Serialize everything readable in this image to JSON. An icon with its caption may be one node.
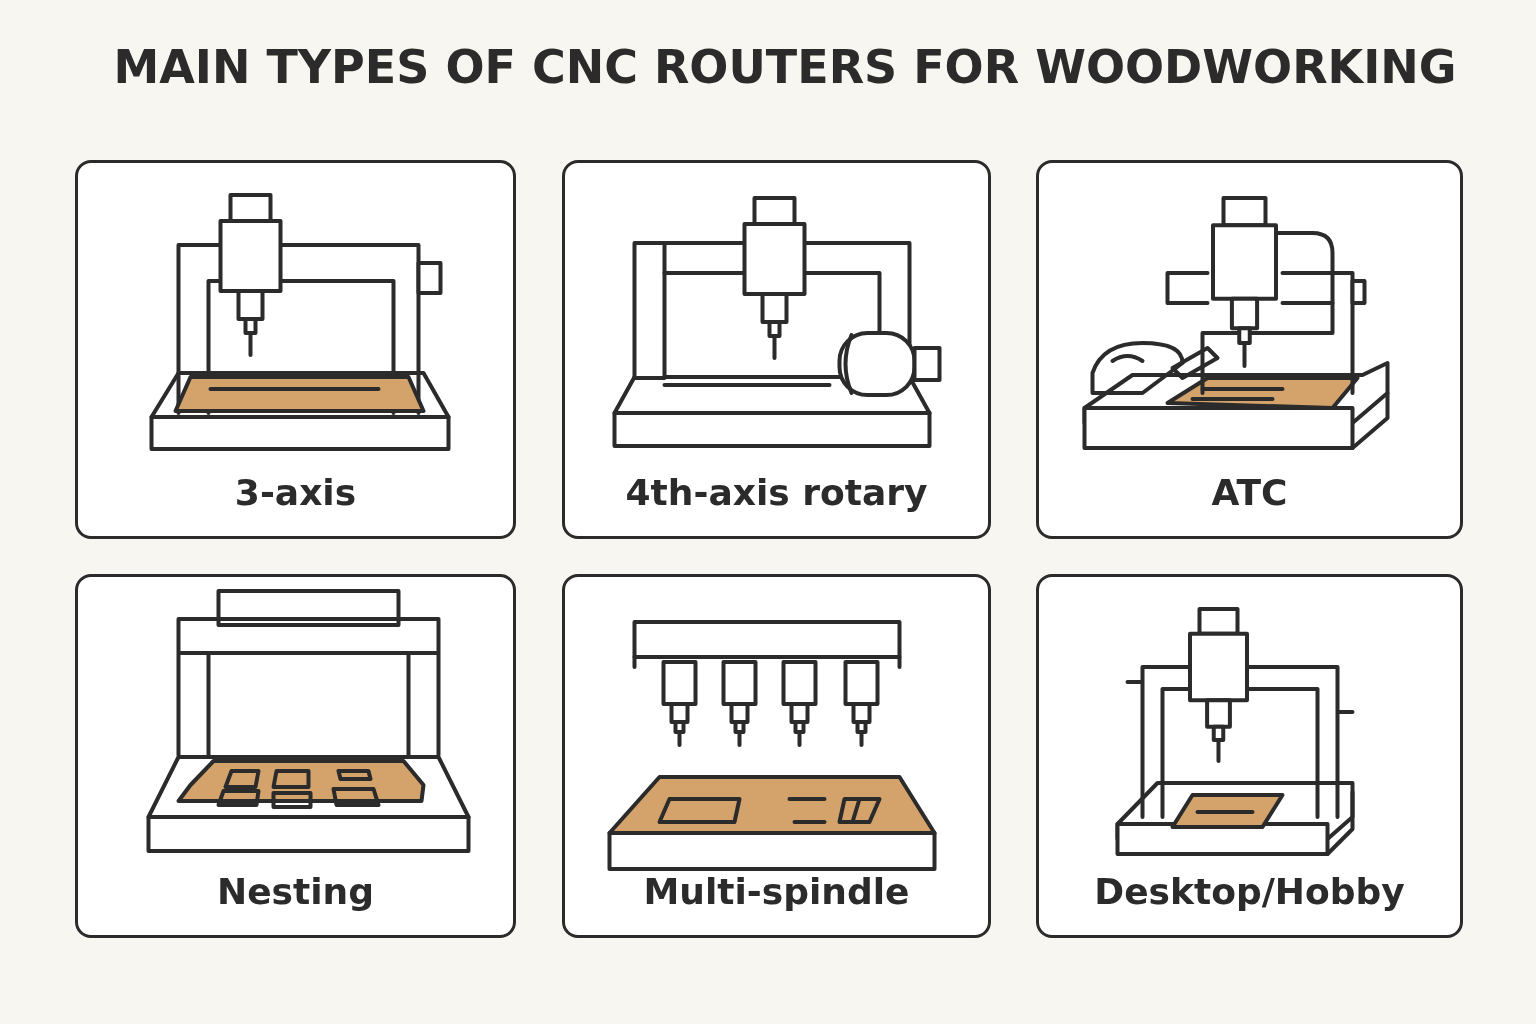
{
  "diagram": {
    "title": "MAIN TYPES OF CNC ROUTERS FOR WOODWORKING",
    "nodes": [
      {
        "text": [
          "3-axis"
        ]
      },
      {
        "text": [
          "4th-axis rotary"
        ]
      },
      {
        "text": [
          "ATC"
        ]
      },
      {
        "text": [
          "Nesting"
        ]
      },
      {
        "text": [
          "Multi-spindle"
        ]
      },
      {
        "text": [
          "Desktop/Hobby"
        ]
      }
    ]
  }
}
